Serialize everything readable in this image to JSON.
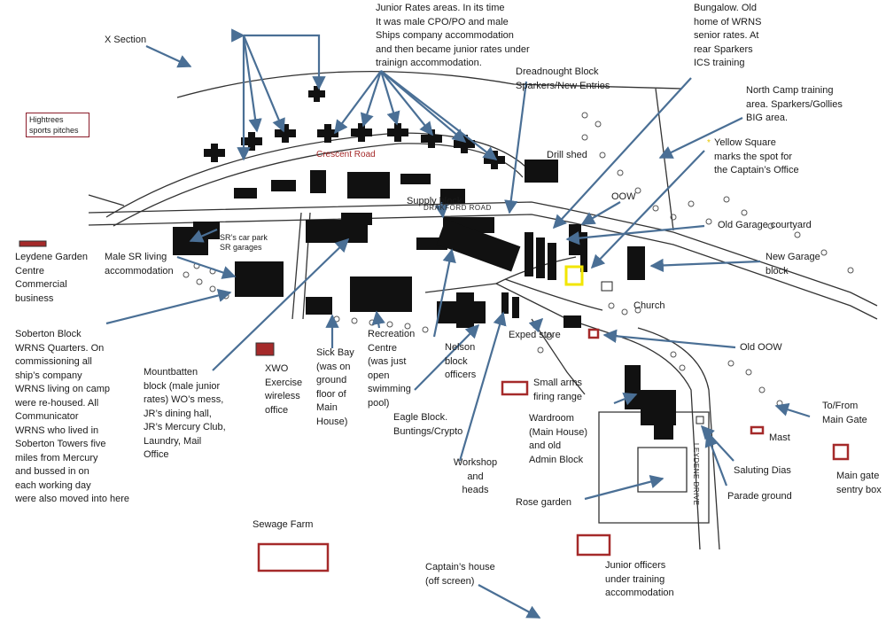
{
  "colors": {
    "arrow": "#4a6f95",
    "building": "#111111",
    "red_box": "#a52a2a",
    "yellow_marker": "#f2e600"
  },
  "labels": {
    "x_section": "X Section",
    "junior_rates": "Junior Rates areas. In its time\nIt was male CPO/PO and male\nShips company accommodation\nand then became junior rates under\ntrainign accommodation.",
    "bungalow": "Bungalow. Old\nhome of WRNS\nsenior rates. At\nrear Sparkers\nICS training",
    "dreadnought": "Dreadnought Block\nSparkers/New Entries",
    "north_camp": "North Camp training\narea. Sparkers/Gollies\nBIG area.",
    "hightrees": "Hightrees\nsports pitches",
    "crescent_road": "Crescent Road",
    "drill_shed": "Drill shed",
    "yellow_square": "Yellow Square\nmarks the spot for\nthe Captain’s Office",
    "yellow_star": "*",
    "supply_block": "Supply block",
    "oow": "OOW",
    "old_garage": "Old Garage courtyard",
    "sr_car_park": "SR’s car park\nSR garages",
    "male_sr": "Male SR living\naccommodation",
    "leydene_garden": "Leydene Garden\nCentre\nCommercial\nbusiness",
    "new_garage": "New Garage\nblock",
    "church": "Church",
    "exped_store": "Exped store",
    "old_oow": "Old OOW",
    "soberton": "Soberton Block\nWRNS Quarters. On\ncommissioning all\nship’s company\nWRNS living on camp\nwere re-housed. All\nCommunicator\nWRNS who lived in\nSoberton Towers five\nmiles from Mercury\nand bussed in on\neach working day\nwere also moved into here",
    "mountbatten": "Mountbatten\nblock (male junior\nrates) WO’s mess,\nJR’s dining hall,\nJR’s Mercury Club,\nLaundry, Mail\nOffice",
    "xwo": "XWO\nExercise\nwireless\noffice",
    "sick_bay": "Sick Bay\n(was on\nground\nfloor of\nMain\nHouse)",
    "recreation": "Recreation\nCentre\n(was just\nopen\nswimming\npool)",
    "nelson": "Nelson\nblock\nofficers",
    "eagle": "Eagle Block.\nBuntings/Crypto",
    "small_arms": "Small arms\nfiring range",
    "wardroom": "Wardroom\n(Main House)\nand old\nAdmin Block",
    "to_from_gate": "To/From\nMain Gate",
    "mast": "Mast",
    "saluting_dias": "Saluting Dias",
    "main_gate": "Main gate\nsentry box",
    "workshop": "Workshop\nand\nheads",
    "rose_garden": "Rose garden",
    "parade_ground": "Parade ground",
    "sewage_farm": "Sewage Farm",
    "captains_house": "Captain’s house\n(off screen)",
    "junior_officers": "Junior officers\nunder training\naccommodation",
    "drakford_road": "DRAKFORD ROAD",
    "leydene_drive": "LEYDENE DRIVE"
  }
}
